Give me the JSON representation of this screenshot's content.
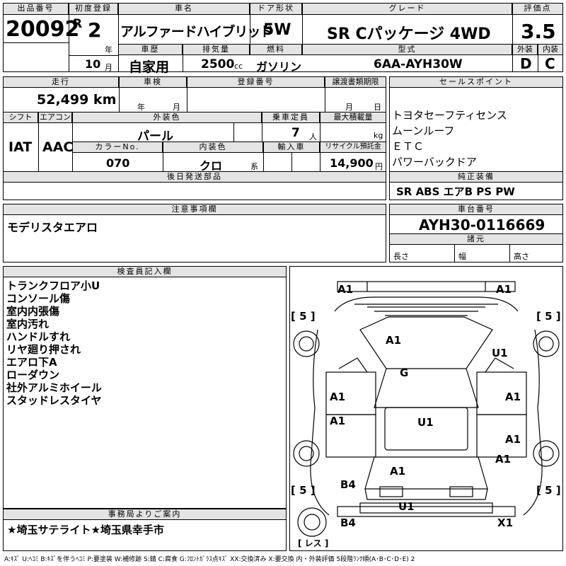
{
  "headers": {
    "lot_no": "出品番号",
    "first_reg": "初度登録",
    "car_name": "車名",
    "door": "ドア形状",
    "grade": "グレード",
    "score": "評価点",
    "history": "車歴",
    "displacement": "排気量",
    "fuel": "燃料",
    "model": "型式",
    "exterior": "外装",
    "interior": "内装",
    "mileage": "走行",
    "inspection": "車検",
    "reg_no": "登録番号",
    "transfer": "譲渡書類期限",
    "sales_point": "セールスポイント",
    "shift": "シフト",
    "aircon": "エアコン",
    "ext_color": "外装色",
    "capacity": "乗車定員",
    "max_load": "最大積載量",
    "color_no": "カラーNo.",
    "int_color": "内装色",
    "import": "輸入車",
    "recycle": "リサイクル預託金",
    "later_parts": "後日発送部品",
    "genuine": "純正装備",
    "notes": "注意事項欄",
    "chassis": "車台番号",
    "specs": "諸元",
    "inspector": "検査員記入欄",
    "office": "事務局よりご案内"
  },
  "values": {
    "lot_no": "20092",
    "era": "R",
    "year_num": "2",
    "year_unit": "年",
    "month_num": "10",
    "month_unit": "月",
    "car_name": "アルファードハイブリッド",
    "door": "5W",
    "grade": "SR Cパッケージ 4WD",
    "score": "3.5",
    "history": "自家用",
    "displacement": "2500",
    "displacement_unit": "cc",
    "fuel": "ガソリン",
    "model": "6AA-AYH30W",
    "exterior": "D",
    "interior": "C",
    "mileage": "52,499 km",
    "insp_year": "年",
    "insp_month": "月",
    "transfer_month": "月",
    "transfer_day": "日",
    "shift": "IAT",
    "aircon": "AAC",
    "ext_color": "パール",
    "capacity": "7",
    "capacity_unit": "人",
    "max_load_unit": "kg",
    "color_no": "070",
    "int_color": "クロ",
    "int_color_unit": "系",
    "recycle": "14,900",
    "recycle_unit": "円",
    "genuine": "SR ABS エアB PS PW",
    "notes": "モデリスタエアロ",
    "chassis": "AYH30-0116669",
    "length_label": "長さ",
    "width_label": "幅",
    "height_label": "高さ",
    "office": "★埼玉サテライト★埼玉県幸手市"
  },
  "sales_points": [
    "トヨタセーフティセンス",
    "ムーンルーフ",
    "ＥＴＣ",
    "パワーバックドア"
  ],
  "inspector_notes": [
    "トランクフロア小U",
    "コンソール傷",
    "室内内張傷",
    "室内汚れ",
    "ハンドルすれ",
    "リヤ廻り押され",
    "エアロ下A",
    "ローダウン",
    "社外アルミホイール",
    "スタッドレスタイヤ"
  ],
  "diagram": {
    "tire_fl": "[ 5 ]",
    "tire_fr": "[ 5 ]",
    "tire_rl": "[ 5 ]",
    "tire_rr": "[ 5 ]",
    "spare": "[ レス ]",
    "marks": {
      "front_bumper_l": "A1",
      "front_bumper_r": "A1",
      "hood": "A1",
      "fender_r": "U1",
      "windshield": "G",
      "front_door_l": "A1",
      "front_door_r": "A1",
      "rear_door_l": "A1",
      "roof": "U1",
      "rear_door_r": "A1",
      "quarter_r": "A1",
      "back_door": "A1",
      "quarter_l": "B4",
      "rear_bumper": "U1",
      "rear_bumper_l": "B4",
      "rear_bumper_r": "X1"
    }
  },
  "legend": "A:ｷｽﾞ U:ﾍｺﾐ B:ｷｽﾞを伴うﾍｺﾐ P:要塗装 W:補修跡 S:錆 C:腐食 G:ﾌﾛﾝﾄｶﾞﾗｽ点ｷｽﾞ XX:交換済み X:要交換 内・外装評価 5段階ﾗﾝｸ順(A･B･C･D･E) 2"
}
